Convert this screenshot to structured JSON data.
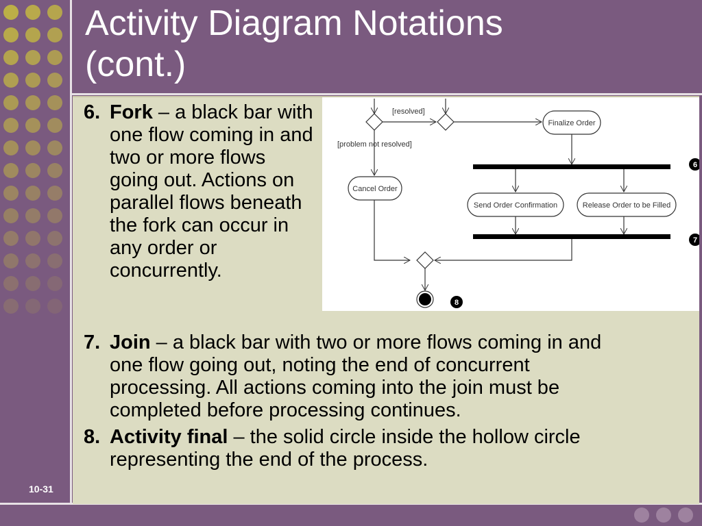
{
  "slide": {
    "title_line1": "Activity Diagram Notations",
    "title_line2": "(cont.)",
    "slide_number": "10-31"
  },
  "items": [
    {
      "num": "6.",
      "term": "Fork",
      "rest": " – a black bar with one flow coming in and two or more flows going out. Actions on parallel flows beneath the fork can occur in any order or concurrently."
    },
    {
      "num": "7.",
      "term": "Join",
      "rest": " – a black bar with two or more flows coming in and one flow going out, noting the end of concurrent processing. All actions coming into the join must be completed before processing continues."
    },
    {
      "num": "8.",
      "term": "Activity final",
      "rest": " – the solid circle inside the hollow circle representing the end of the process."
    }
  ],
  "diagram": {
    "guard_resolved": "[resolved]",
    "guard_problem": "[problem not resolved]",
    "action_finalize": "Finalize Order",
    "action_cancel": "Cancel Order",
    "action_send": "Send Order Confirmation",
    "action_release": "Release Order to be Filled",
    "marker_fork": "6",
    "marker_join": "7",
    "marker_final": "8"
  }
}
